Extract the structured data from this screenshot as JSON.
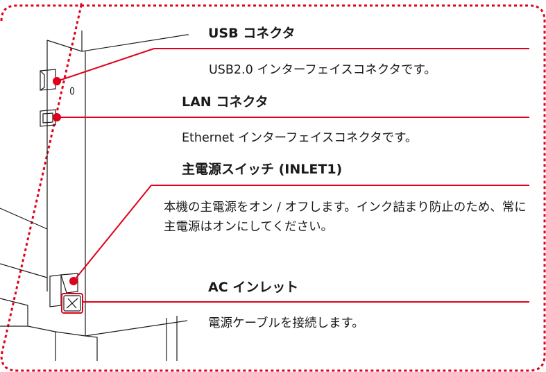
{
  "callouts": [
    {
      "title": "USB コネクタ",
      "description": "USB2.0 インターフェイスコネクタです。"
    },
    {
      "title": "LAN コネクタ",
      "description": "Ethernet インターフェイスコネクタです。"
    },
    {
      "title": "主電源スイッチ (INLET1)",
      "description": "本機の主電源をオン / オフします。インク詰まり防止のため、常に主電源はオンにしてください。"
    },
    {
      "title": "AC インレット",
      "description": "電源ケーブルを接続します。"
    }
  ],
  "colors": {
    "accent": "#e0001b",
    "line_art": "#1a1a1a"
  }
}
